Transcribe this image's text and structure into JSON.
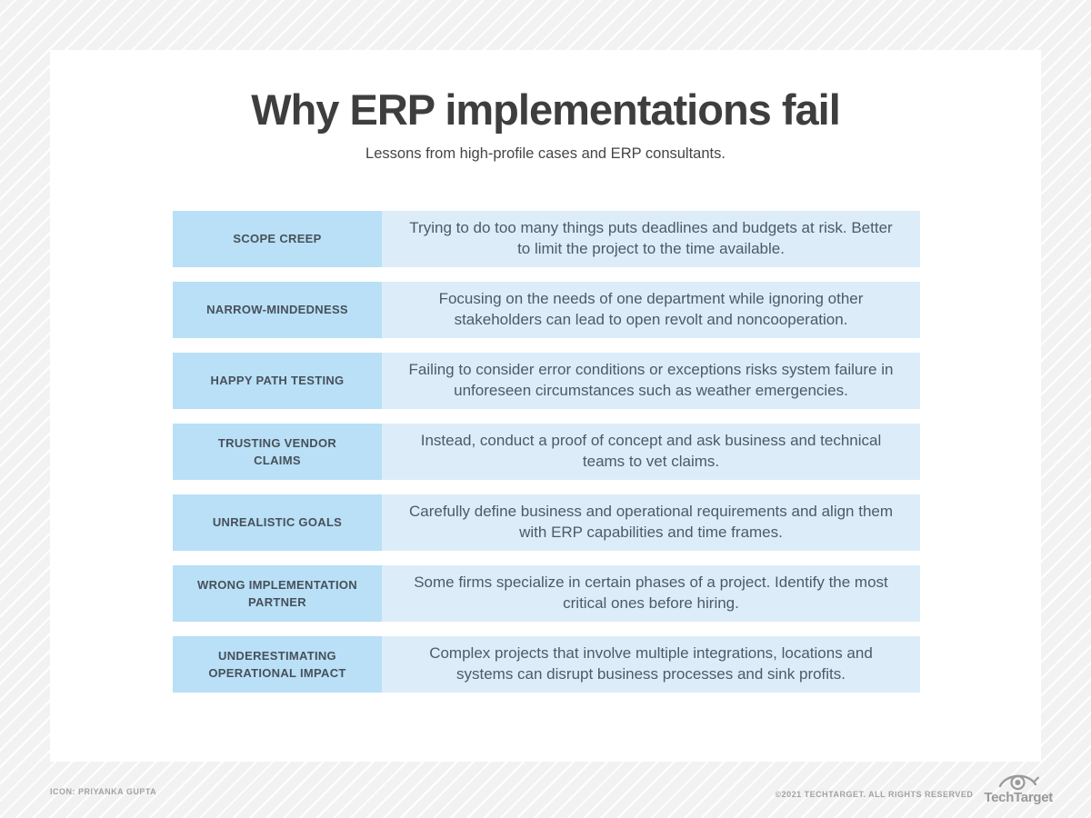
{
  "page": {
    "title": "Why ERP implementations fail",
    "subtitle": "Lessons from high-profile cases and ERP consultants."
  },
  "table": {
    "rows": [
      {
        "label": "SCOPE CREEP",
        "description": "Trying to do too many things puts deadlines and budgets at risk. Better to limit the project to the time available."
      },
      {
        "label": "NARROW-MINDEDNESS",
        "description": "Focusing on the needs of one department while ignoring other stakeholders can lead to open revolt and noncooperation."
      },
      {
        "label": "HAPPY PATH TESTING",
        "description": "Failing to consider error conditions or exceptions risks system failure in unforeseen circumstances such as weather emergencies."
      },
      {
        "label": "TRUSTING VENDOR CLAIMS",
        "description": "Instead, conduct a proof of concept and ask business and technical teams to vet claims."
      },
      {
        "label": "UNREALISTIC GOALS",
        "description": "Carefully define business and operational requirements and align them with ERP capabilities and time frames."
      },
      {
        "label": "WRONG IMPLEMENTATION PARTNER",
        "description": "Some firms specialize in certain phases of a project. Identify the most critical ones before hiring."
      },
      {
        "label": "UNDERESTIMATING OPERATIONAL IMPACT",
        "description": "Complex projects that involve multiple integrations, locations and systems can disrupt business processes and sink profits."
      }
    ]
  },
  "footer": {
    "credit": "ICON: PRIYANKA GUPTA",
    "copyright": "©2021 TECHTARGET. ALL RIGHTS RESERVED",
    "brand": "TechTarget",
    "brand_icon": "eye-target-icon"
  },
  "colors": {
    "label_cell_bg": "#b9e0f6",
    "desc_cell_bg": "#dcedf9",
    "title_text": "#3e3e3e",
    "body_text": "#4e5a66",
    "footer_text": "#a2a2a2",
    "stripe_bg": "#f2f2f2",
    "stripe_line": "#ffffff"
  }
}
